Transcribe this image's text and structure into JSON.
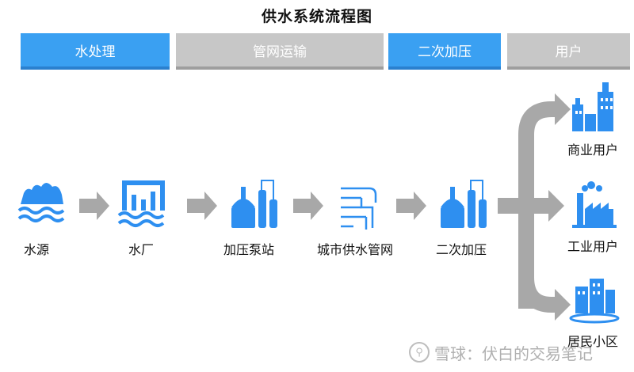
{
  "title": "供水系统流程图",
  "stages": [
    {
      "label": "水处理",
      "style": "blue"
    },
    {
      "label": "管网运输",
      "style": "gray"
    },
    {
      "label": "二次加压",
      "style": "blue"
    },
    {
      "label": "用户",
      "style": "gray"
    }
  ],
  "nodes": [
    {
      "label": "水源",
      "icon": "water-source-icon"
    },
    {
      "label": "水厂",
      "icon": "water-plant-icon"
    },
    {
      "label": "加压泵站",
      "icon": "pump-station-icon"
    },
    {
      "label": "城市供水管网",
      "icon": "pipe-network-icon"
    },
    {
      "label": "二次加压",
      "icon": "secondary-pressure-icon"
    }
  ],
  "users": [
    {
      "label": "商业用户",
      "icon": "commercial-buildings-icon"
    },
    {
      "label": "工业用户",
      "icon": "factory-icon"
    },
    {
      "label": "居民小区",
      "icon": "residential-icon"
    }
  ],
  "colors": {
    "blue": "#3aa0f2",
    "gray": "#c7c7c7",
    "arrow": "#a8a8a8"
  },
  "watermark": "雪球：伏白的交易笔记"
}
